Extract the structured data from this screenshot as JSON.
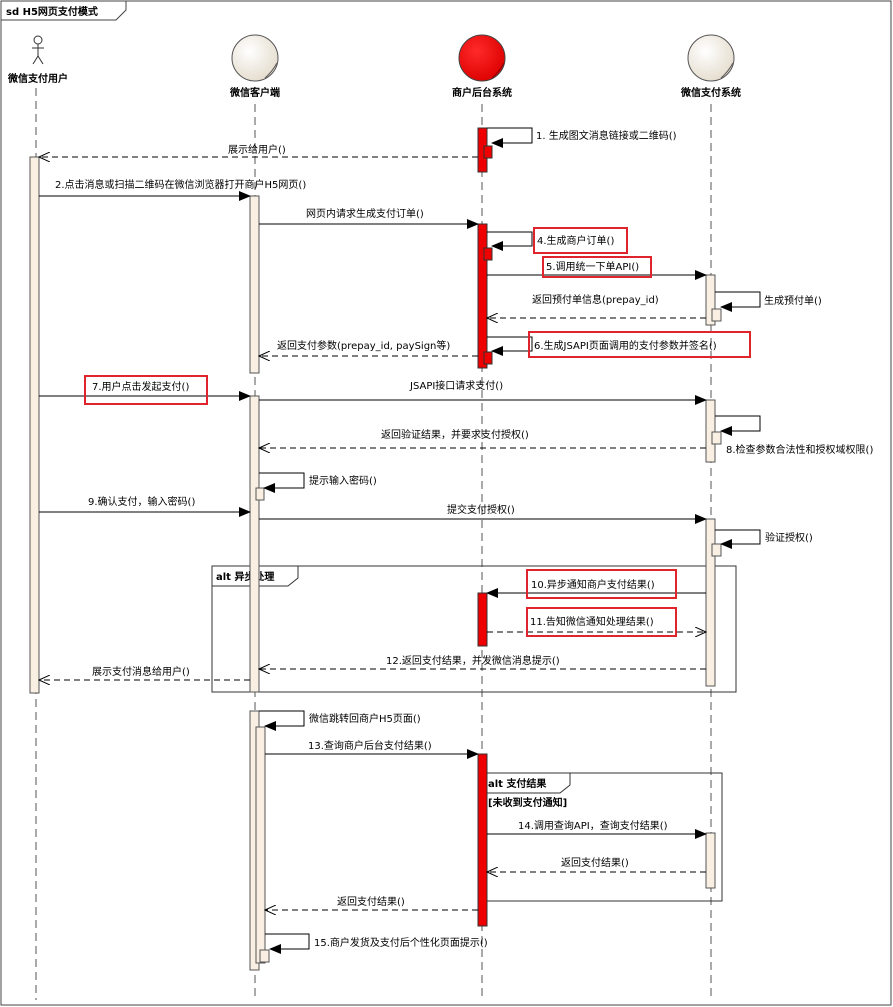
{
  "frame": {
    "title": "sd H5网页支付模式"
  },
  "actors": {
    "user": "微信支付用户",
    "client": "微信客户端",
    "merchant": "商户后台系统",
    "wxpay": "微信支付系统"
  },
  "messages": {
    "m1": "1. 生成图文消息链接或二维码()",
    "show_user": "展示给用户()",
    "m2": "2.点击消息或扫描二维码在微信浏览器打开商户H5网页()",
    "page_req": "网页内请求生成支付订单()",
    "m4": "4.生成商户订单()",
    "m5": "5.调用统一下单API()",
    "gen_prepay": "生成预付单()",
    "ret_prepay": "返回预付单信息(prepay_id)",
    "m6": "6.生成JSAPI页面调用的支付参数并签名()",
    "ret_params": "返回支付参数(prepay_id, paySign等)",
    "m7": "7.用户点击发起支付()",
    "jsapi": "JSAPI接口请求支付()",
    "ret_verify": "返回验证结果，并要求支付授权()",
    "m8": "8.检查参数合法性和授权域权限()",
    "prompt_pwd": "提示输入密码()",
    "m9": "9.确认支付，输入密码()",
    "submit_auth": "提交支付授权()",
    "verify_auth": "验证授权()",
    "m10": "10.异步通知商户支付结果()",
    "m11": "11.告知微信通知处理结果()",
    "m12": "12.返回支付结果，并发微信消息提示()",
    "show_msg": "展示支付消息给用户()",
    "redirect": "微信跳转回商户H5页面()",
    "m13": "13.查询商户后台支付结果()",
    "m14": "14.调用查询API，查询支付结果()",
    "ret_result": "返回支付结果()",
    "ret_result2": "返回支付结果()",
    "m15": "15.商户发货及支付后个性化页面提示()"
  },
  "fragments": {
    "alt1_label": "alt 异步处理",
    "alt2_label": "alt 支付结果",
    "alt2_guard": "[未收到支付通知]"
  },
  "colors": {
    "lifeline": "#555555",
    "activation": "#faefe3",
    "merchant_activation": "#ee0000",
    "highlight": "#e0242c",
    "merchant_head": "#ee0000",
    "head": "#f3ece0"
  },
  "icons": {
    "user": "stick-figure-icon",
    "boundary": "sphere-icon"
  }
}
